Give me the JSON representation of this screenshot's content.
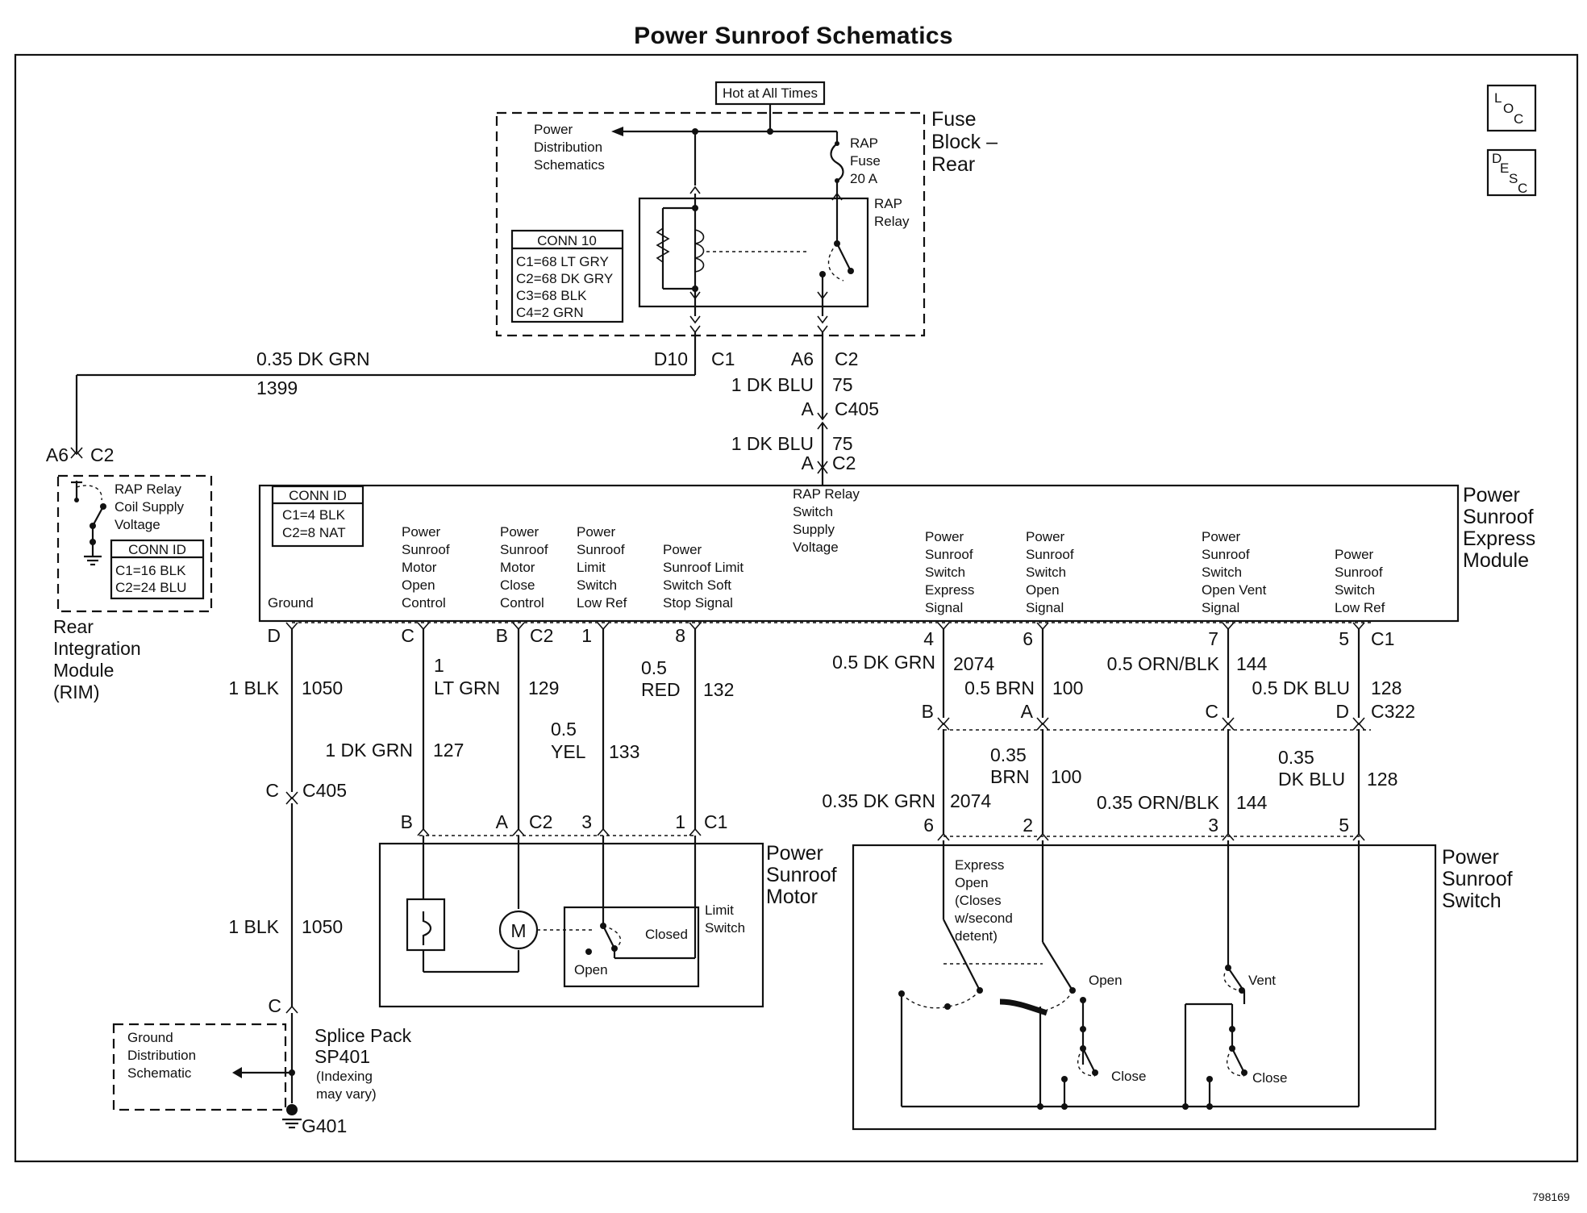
{
  "title": "Power Sunroof Schematics",
  "figure_code": "798169",
  "loc_icon": "LOC",
  "desc_icon": "DESC",
  "fuse_block": {
    "hot_label": "Hot at All Times",
    "name": [
      "Fuse",
      "Block –",
      "Rear"
    ],
    "power_dist": [
      "Power",
      "Distribution",
      "Schematics"
    ],
    "fuse": [
      "RAP",
      "Fuse",
      "20 A"
    ],
    "relay": [
      "RAP",
      "Relay"
    ],
    "conn_title": "CONN 10",
    "conn_rows": [
      "C1=68 LT GRY",
      "C2=68 DK GRY",
      "C3=68 BLK",
      "C4=2 GRN"
    ]
  },
  "top_wires": {
    "d10": "D10",
    "c1": "C1",
    "a6": "A6",
    "c2": "C2",
    "dkgrn_size": "0.35 DK GRN",
    "circuit_1399": "1399",
    "dkblu1": "1 DK BLU",
    "c75a": "75",
    "pin_a": "A",
    "c405": "C405",
    "dkblu2": "1 DK BLU",
    "c75b": "75",
    "pin_a2": "A",
    "c2b": "C2"
  },
  "rim": {
    "a6": "A6",
    "c2": "C2",
    "relay_label": [
      "RAP Relay",
      "Coil Supply",
      "Voltage"
    ],
    "conn_title": "CONN ID",
    "conn_rows": [
      "C1=16 BLK",
      "C2=24 BLU"
    ],
    "name": [
      "Rear",
      "Integration",
      "Module",
      "(RIM)"
    ]
  },
  "express_module": {
    "name": [
      "Power",
      "Sunroof",
      "Express",
      "Module"
    ],
    "conn_title": "CONN ID",
    "conn_rows": [
      "C1=4 BLK",
      "C2=8 NAT"
    ],
    "ground": "Ground",
    "motor_open": [
      "Power",
      "Sunroof",
      "Motor",
      "Open",
      "Control"
    ],
    "motor_close": [
      "Power",
      "Sunroof",
      "Motor",
      "Close",
      "Control"
    ],
    "limit_low": [
      "Power",
      "Sunroof",
      "Limit",
      "Switch",
      "Low Ref"
    ],
    "limit_soft": [
      "Power",
      "Sunroof Limit",
      "Switch Soft",
      "Stop Signal"
    ],
    "rap_supply": [
      "RAP Relay",
      "Switch",
      "Supply",
      "Voltage"
    ],
    "express_sig": [
      "Power",
      "Sunroof",
      "Switch",
      "Express",
      "Signal"
    ],
    "open_sig": [
      "Power",
      "Sunroof",
      "Switch",
      "Open",
      "Signal"
    ],
    "vent_sig": [
      "Power",
      "Sunroof",
      "Switch",
      "Open Vent",
      "Signal"
    ],
    "low_ref": [
      "Power",
      "Sunroof",
      "Switch",
      "Low Ref"
    ]
  },
  "pins_top": {
    "d": "D",
    "c": "C",
    "b": "B",
    "c2": "C2",
    "p1": "1",
    "p8": "8",
    "p4": "4",
    "p6": "6",
    "p7": "7",
    "p5": "5",
    "c1": "C1"
  },
  "wires": {
    "blk_size": "1 BLK",
    "c1050": "1050",
    "ltgrn_num": "1",
    "ltgrn": "LT GRN",
    "c129": "129",
    "red_num": "0.5",
    "red": "RED",
    "c132": "132",
    "dkgrn127": "1 DK GRN",
    "c127": "127",
    "yel_num": "0.5",
    "yel": "YEL",
    "c133": "133",
    "c405": "C405",
    "pin_c": "C",
    "dkgrn05": "0.5 DK GRN",
    "c2074": "2074",
    "brn05": "0.5 BRN",
    "c100": "100",
    "ornblk05": "0.5 ORN/BLK",
    "c144": "144",
    "dkblu05": "0.5 DK BLU",
    "c128": "128",
    "pin_b": "B",
    "pin_a": "A",
    "pin_cc": "C",
    "pin_d": "D",
    "c322": "C322",
    "brn035_num": "0.35",
    "brn035": "BRN",
    "c100b": "100",
    "dkblu035_num": "0.35",
    "dkblu035": "DK BLU",
    "c128b": "128",
    "dkgrn035": "0.35 DK GRN",
    "c2074b": "2074",
    "ornblk035": "0.35 ORN/BLK",
    "c144b": "144",
    "blk_size2": "1 BLK",
    "c1050b": "1050",
    "pin_c2": "C"
  },
  "pins_motor": {
    "b": "B",
    "a": "A",
    "c2": "C2",
    "p3": "3",
    "p1": "1",
    "c1": "C1"
  },
  "pins_switch": {
    "p6": "6",
    "p2": "2",
    "p3": "3",
    "p5": "5"
  },
  "motor": {
    "name": [
      "Power",
      "Sunroof",
      "Motor"
    ],
    "m": "M",
    "closed": "Closed",
    "open": "Open",
    "limit": [
      "Limit",
      "Switch"
    ]
  },
  "switch": {
    "name": [
      "Power",
      "Sunroof",
      "Switch"
    ],
    "express": [
      "Express",
      "Open",
      "(Closes",
      "w/second",
      "detent)"
    ],
    "open": "Open",
    "vent": "Vent",
    "close1": "Close",
    "close2": "Close"
  },
  "ground": {
    "schematic": [
      "Ground",
      "Distribution",
      "Schematic"
    ],
    "splice": [
      "Splice Pack",
      "SP401"
    ],
    "indexing": [
      "(Indexing",
      "may vary)"
    ],
    "g401": "G401"
  }
}
